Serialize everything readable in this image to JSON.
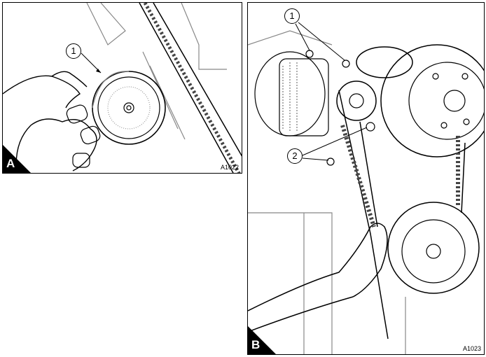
{
  "panel_a": {
    "letter": "A",
    "figure_id": "A1022",
    "callouts": [
      "1"
    ]
  },
  "panel_b": {
    "letter": "B",
    "figure_id": "A1023",
    "callouts": [
      "1",
      "2"
    ]
  }
}
